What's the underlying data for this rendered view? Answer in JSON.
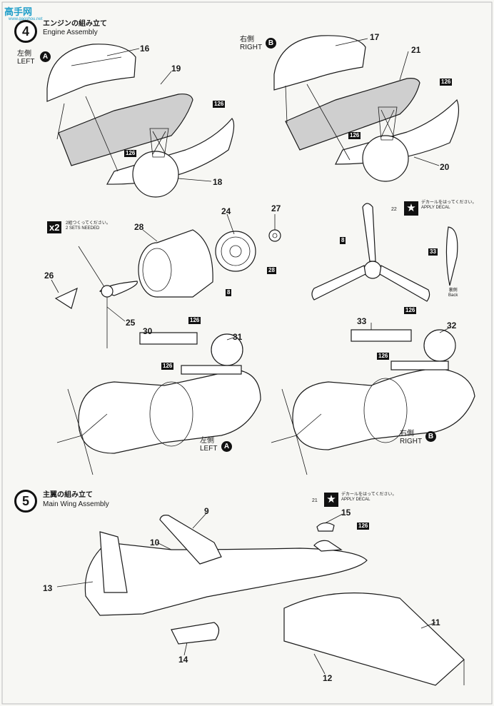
{
  "watermark": {
    "title": "高手网",
    "url": "www.gaoshou.net"
  },
  "step4": {
    "number": "4",
    "title_jp": "エンジンの組み立て",
    "title_en": "Engine Assembly",
    "left_label": {
      "jp": "左側",
      "en": "LEFT",
      "letter": "A"
    },
    "right_label": {
      "jp": "右側",
      "en": "RIGHT",
      "letter": "B"
    },
    "sets": {
      "multiplier": "x2",
      "jp": "2組つくってください。",
      "en": "2 SETS NEEDED"
    },
    "decal_note": {
      "jp": "デカールをはってください。",
      "en": "APPLY DECAL"
    },
    "back_label": {
      "jp": "裏側",
      "en": "Back"
    },
    "bottom_left_label": {
      "jp": "左側",
      "en": "LEFT",
      "letter": "A"
    },
    "bottom_right_label": {
      "jp": "右側",
      "en": "RIGHT",
      "letter": "B"
    }
  },
  "step5": {
    "number": "5",
    "title_jp": "主翼の組み立て",
    "title_en": "Main Wing Assembly",
    "decal_note": {
      "jp": "デカールをはってください。",
      "en": "APPLY DECAL"
    }
  },
  "part_numbers": {
    "p16": "16",
    "p19": "19",
    "p18": "18",
    "p17": "17",
    "p21": "21",
    "p20": "20",
    "p24": "24",
    "p27": "27",
    "p28": "28",
    "p26": "26",
    "p25": "25",
    "p30": "30",
    "p31": "31",
    "p33": "33",
    "p32": "32",
    "p9": "9",
    "p10": "10",
    "p13": "13",
    "p14": "14",
    "p11": "11",
    "p12": "12",
    "p15": "15"
  },
  "boxed_numbers": {
    "b126": "126",
    "b8": "8",
    "b28": "28",
    "b33": "33",
    "b22": "22",
    "b21": "21"
  }
}
